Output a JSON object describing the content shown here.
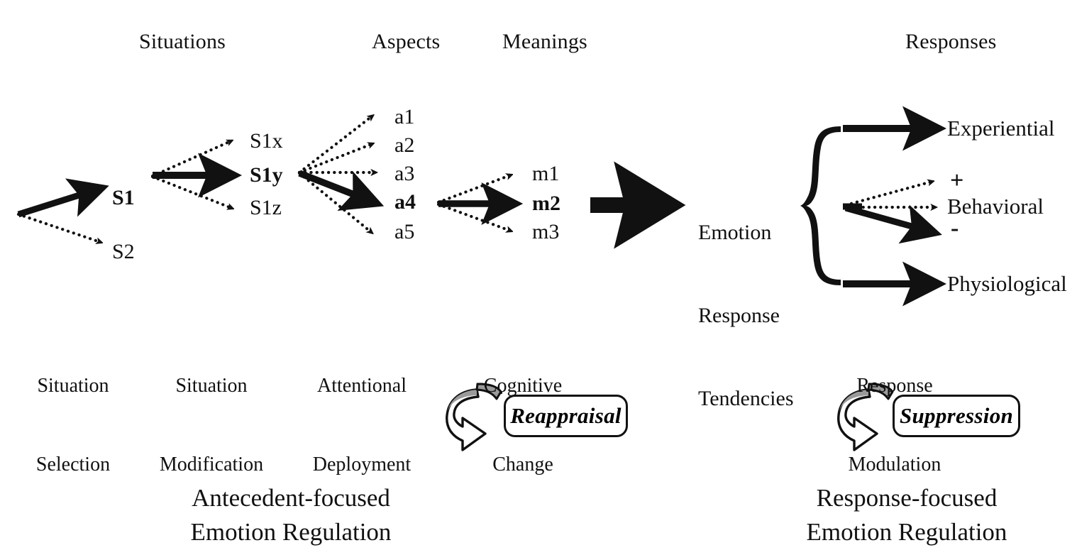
{
  "diagram": {
    "title": "Process model of emotion regulation",
    "ink_color": "#111111",
    "accent_gray": "#9a9a9a",
    "background": "#ffffff"
  },
  "column_headers": [
    {
      "id": "situations",
      "label": "Situations"
    },
    {
      "id": "aspects",
      "label": "Aspects"
    },
    {
      "id": "meanings",
      "label": "Meanings"
    },
    {
      "id": "responses",
      "label": "Responses"
    }
  ],
  "nodes": {
    "situations": [
      {
        "id": "s1",
        "label": "S1",
        "bold": true
      },
      {
        "id": "s2",
        "label": "S2",
        "bold": false
      }
    ],
    "situation_variants": [
      {
        "id": "s1x",
        "label": "S1x",
        "bold": false
      },
      {
        "id": "s1y",
        "label": "S1y",
        "bold": true
      },
      {
        "id": "s1z",
        "label": "S1z",
        "bold": false
      }
    ],
    "aspects": [
      {
        "id": "a1",
        "label": "a1",
        "bold": false
      },
      {
        "id": "a2",
        "label": "a2",
        "bold": false
      },
      {
        "id": "a3",
        "label": "a3",
        "bold": false
      },
      {
        "id": "a4",
        "label": "a4",
        "bold": true
      },
      {
        "id": "a5",
        "label": "a5",
        "bold": false
      }
    ],
    "meanings": [
      {
        "id": "m1",
        "label": "m1",
        "bold": false
      },
      {
        "id": "m2",
        "label": "m2",
        "bold": true
      },
      {
        "id": "m3",
        "label": "m3",
        "bold": false
      }
    ],
    "emotion_response_tendencies": {
      "id": "ert",
      "line1": "Emotion",
      "line2": "Response",
      "line3": "Tendencies"
    },
    "responses": [
      {
        "id": "experiential",
        "label": "Experiential"
      },
      {
        "id": "behavioral",
        "label": "Behavioral"
      },
      {
        "id": "physiological",
        "label": "Physiological"
      }
    ],
    "behavioral_valence": [
      {
        "id": "positive",
        "label": "+",
        "emphasis": "dotted"
      },
      {
        "id": "negative",
        "label": "-",
        "emphasis": "solid"
      }
    ]
  },
  "stage_captions": [
    {
      "id": "situation-selection",
      "line1": "Situation",
      "line2": "Selection"
    },
    {
      "id": "situation-modification",
      "line1": "Situation",
      "line2": "Modification"
    },
    {
      "id": "attentional-deployment",
      "line1": "Attentional",
      "line2": "Deployment"
    },
    {
      "id": "cognitive-change",
      "line1": "Cognitive",
      "line2": "Change"
    },
    {
      "id": "response-modulation",
      "line1": "Response",
      "line2": "Modulation"
    }
  ],
  "strategies": [
    {
      "id": "reappraisal",
      "label": "Reappraisal"
    },
    {
      "id": "suppression",
      "label": "Suppression"
    }
  ],
  "family_captions": [
    {
      "id": "antecedent-focused",
      "text": "Antecedent-focused\nEmotion Regulation"
    },
    {
      "id": "response-focused",
      "text": "Response-focused\nEmotion Regulation"
    }
  ]
}
